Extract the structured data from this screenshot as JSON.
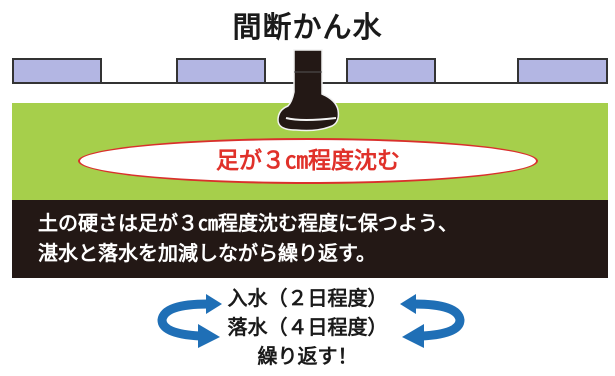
{
  "title": "間断かん水",
  "highlight": "足が３㎝程度沈む",
  "description": {
    "line1": "土の硬さは足が３㎝程度沈む程度に保つよう、",
    "line2": "湛水と落水を加減しながら繰り返す。"
  },
  "cycle": {
    "step1": "入水（２日程度）",
    "step2": "落水（４日程度）",
    "repeat": "繰り返す！"
  },
  "colors": {
    "field": "#a6cf4b",
    "tile": "#b3b6e3",
    "oval_border": "#d9302c",
    "highlight_text": "#e0312a",
    "description_bg": "#231815",
    "arrow": "#1f6fb6"
  },
  "icons": [
    "rubber-boot-icon",
    "cycle-arrow-left-icon",
    "cycle-arrow-right-icon"
  ]
}
